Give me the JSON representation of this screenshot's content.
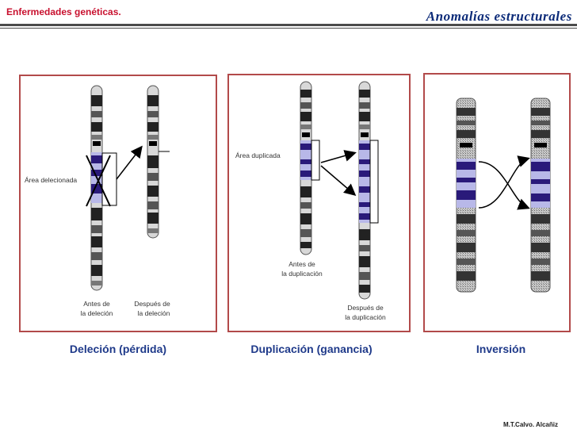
{
  "header": {
    "topic": "Enfermedades genéticas.",
    "section_title": "Anomalías estructurales"
  },
  "panels": {
    "deletion": {
      "region_label": "Área delecionada",
      "before_line1": "Antes de",
      "before_line2": "la deleción",
      "after_line1": "Después de",
      "after_line2": "la deleción",
      "caption": "Deleción (pérdida)"
    },
    "duplication": {
      "region_label": "Área duplicada",
      "before_line1": "Antes de",
      "before_line2": "la duplicación",
      "after_line1": "Después de",
      "after_line2": "la duplicación",
      "caption": "Duplicación (ganancia)"
    },
    "inversion": {
      "caption": "Inversión"
    }
  },
  "colors": {
    "header_red": "#c8102e",
    "title_blue": "#0b2a78",
    "caption_blue": "#1f3a8a",
    "panel_border": "#b24a4a",
    "highlight_band": "#2a1a7a",
    "highlight_light": "#b8b8e8"
  },
  "footer": {
    "author": "M.T.Calvo. Alcañiz"
  }
}
